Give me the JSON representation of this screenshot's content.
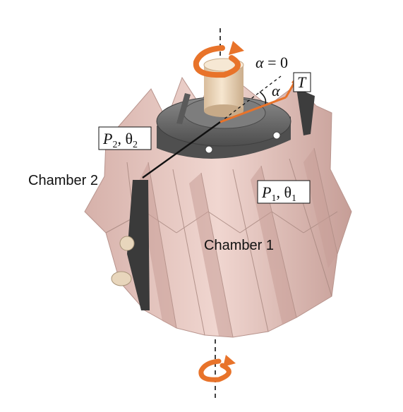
{
  "labels": {
    "alpha_zero": {
      "symbol": "α",
      "rest": " = 0"
    },
    "alpha": "α",
    "torque": "T",
    "chamber2_state": {
      "p": "P",
      "p_sub": "2",
      "sep": ", ",
      "theta": "θ",
      "theta_sub": "2"
    },
    "chamber1_state": {
      "p": "P",
      "p_sub": "1",
      "sep": ", ",
      "theta": "θ",
      "theta_sub": "1"
    },
    "chamber2": "Chamber 2",
    "chamber1": "Chamber 1"
  },
  "colors": {
    "accent": "#e8732a",
    "bellows": "#e9c9c2",
    "bellows_dark": "#c9a29b",
    "hub": "#6f6f6f",
    "shaft": "#f1dcc0"
  },
  "icons": {
    "top_rotation": "curved-rotation-arrow-icon",
    "bottom_rotation": "curved-rotation-arrow-icon"
  }
}
